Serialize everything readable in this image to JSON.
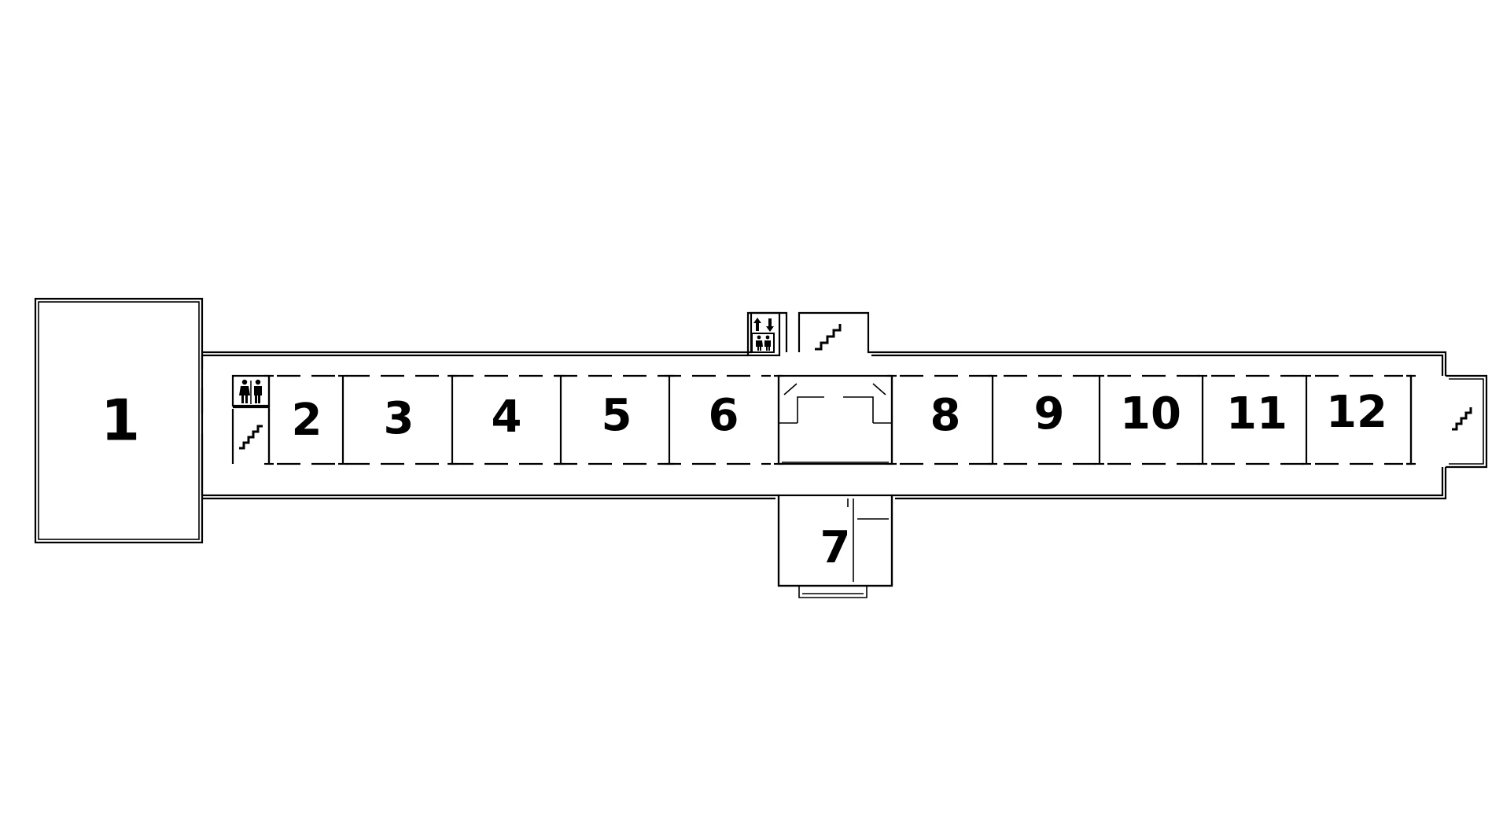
{
  "floorplan": {
    "rooms": [
      {
        "id": "1",
        "label": "1"
      },
      {
        "id": "2",
        "label": "2"
      },
      {
        "id": "3",
        "label": "3"
      },
      {
        "id": "4",
        "label": "4"
      },
      {
        "id": "5",
        "label": "5"
      },
      {
        "id": "6",
        "label": "6"
      },
      {
        "id": "7",
        "label": "7"
      },
      {
        "id": "8",
        "label": "8"
      },
      {
        "id": "9",
        "label": "9"
      },
      {
        "id": "10",
        "label": "10"
      },
      {
        "id": "11",
        "label": "11"
      },
      {
        "id": "12",
        "label": "12"
      }
    ],
    "icons": [
      "restroom-icon",
      "elevator-icon",
      "elevator-restroom-icon",
      "stairs-icon"
    ],
    "colors": {
      "line": "#000000",
      "background": "#ffffff"
    }
  }
}
